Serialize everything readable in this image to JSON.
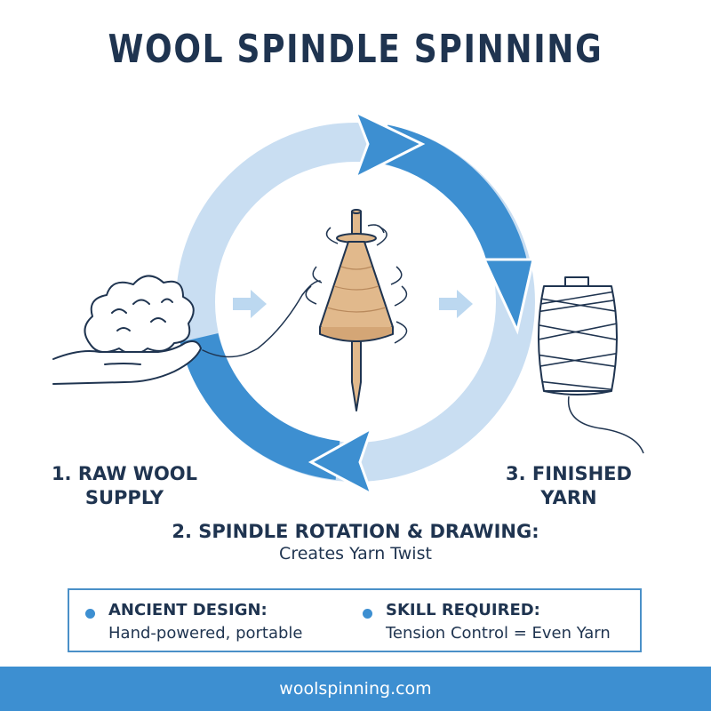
{
  "title": "WOOL SPINDLE SPINNING",
  "steps": {
    "step1": [
      "1. RAW WOOL",
      "SUPPLY"
    ],
    "step2_title": "2. SPINDLE ROTATION & DRAWING:",
    "step2_sub": "Creates Yarn Twist",
    "step3": [
      "3. FINISHED",
      "YARN"
    ]
  },
  "info": [
    {
      "heading": "ANCIENT DESIGN:",
      "body": "Hand-powered, portable"
    },
    {
      "heading": "SKILL REQUIRED:",
      "body": "Tension Control = Even Yarn"
    }
  ],
  "footer": "woolspinning.com",
  "colors": {
    "title": "#1f3450",
    "arrow_dark": "#3d8fd1",
    "arrow_light": "#c9def2",
    "wood": "#e1b98c",
    "footer_bg": "#3d8fd1"
  },
  "icons": [
    "wool-cloud-in-hand-icon",
    "spindle-icon",
    "yarn-spool-icon",
    "cycle-arrows-icon"
  ]
}
